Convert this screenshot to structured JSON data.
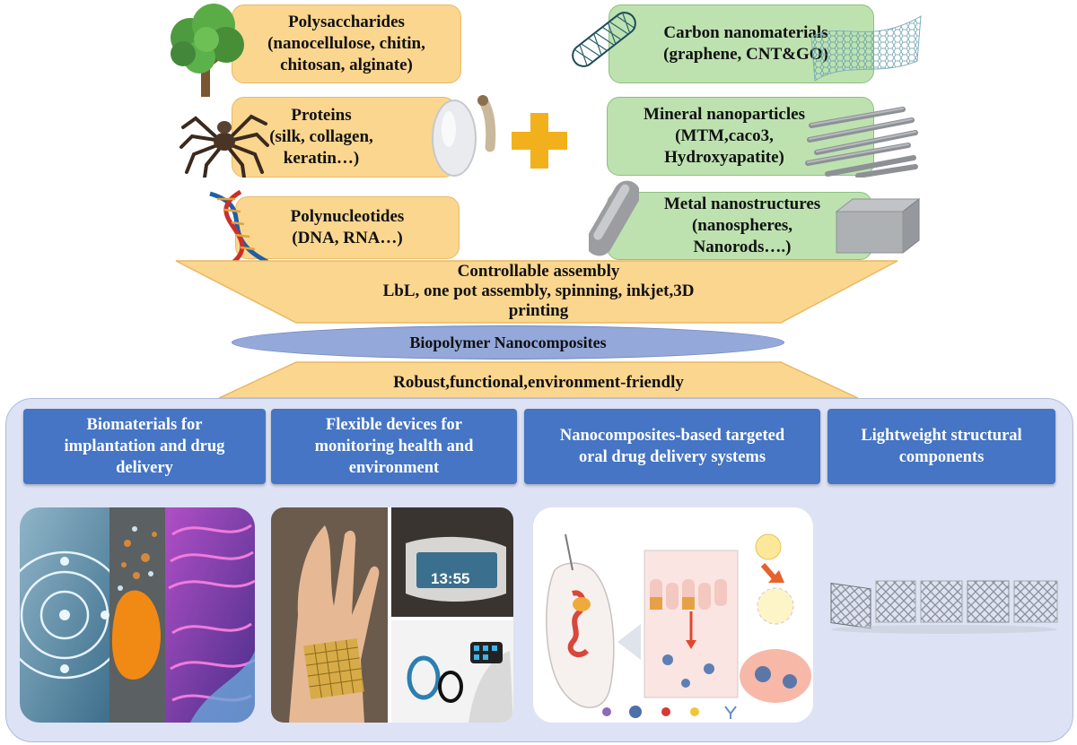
{
  "sources": {
    "polysaccharides": {
      "lines": [
        "Polysaccharides",
        "(nanocellulose, chitin,",
        "chitosan, alginate)"
      ],
      "icon": "tree-icon"
    },
    "proteins": {
      "lines": [
        "Proteins",
        "(silk, collagen,",
        "keratin…)"
      ],
      "icon": "spider-icon"
    },
    "polynucleotides": {
      "lines": [
        "Polynucleotides",
        "(DNA, RNA…)"
      ],
      "icon": "dna-helix-icon"
    },
    "carbon": {
      "lines": [
        "Carbon nanomaterials",
        "(graphene, CNT&GO)"
      ],
      "icon": "nanotube-icon"
    },
    "mineral": {
      "lines": [
        "Mineral nanoparticles",
        "(MTM,caco3,",
        "Hydroxyapatite)"
      ],
      "icon": "nanorods-icon"
    },
    "metal": {
      "lines": [
        "Metal nanostructures",
        "(nanospheres,",
        "Nanorods….)"
      ],
      "icon": "cube-icon"
    }
  },
  "assembly": {
    "lines": [
      "Controllable assembly",
      "LbL, one pot assembly, spinning, inkjet,3D",
      "printing"
    ]
  },
  "center_label": "Biopolymer Nanocomposites",
  "properties_label": "Robust,functional,environment-friendly",
  "applications": [
    {
      "lines": [
        "Biomaterials for",
        "implantation and drug",
        "delivery"
      ]
    },
    {
      "lines": [
        "Flexible devices for",
        "monitoring health and",
        "environment"
      ]
    },
    {
      "lines": [
        "Nanocomposites-based targeted",
        "oral drug delivery systems"
      ]
    },
    {
      "lines": [
        "Lightweight structural",
        "components"
      ]
    }
  ],
  "device_images": {
    "watch_time": "13:55"
  },
  "colors": {
    "orange_box": "#fbd68f",
    "green_box": "#bde2b0",
    "funnel": "#fbd68f",
    "ellipse": "#94a8d9",
    "app_header": "#4575c4",
    "app_panel": "#dde3f4",
    "plus": "#f2b11c"
  }
}
